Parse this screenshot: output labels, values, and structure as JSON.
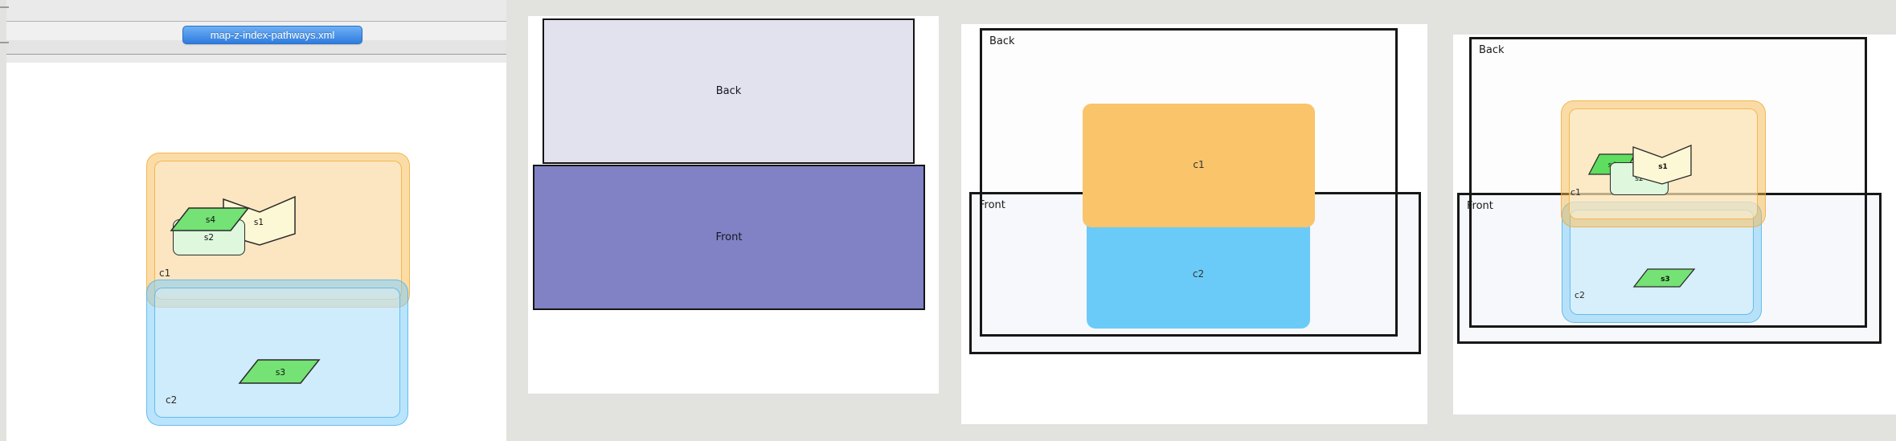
{
  "window": {
    "tab_title": "map-z-index-pathways.xml"
  },
  "colors": {
    "background_gray": "#e2e2de",
    "tab_blue": "#2e7cdf",
    "container_band_orange": "#f7ba4d",
    "container_band_blue": "#7accf7",
    "filled_orange": "#f9c46a",
    "filled_blue": "#6bcbf8",
    "back_lavender": "#e2e2ef",
    "front_purple": "#8082c5",
    "shape_green": "#74e274",
    "shape_light_green": "#def7dd",
    "shape_cream": "#fcf7d4",
    "rect_border_black": "#171717"
  },
  "panel1": {
    "c1_label": "c1",
    "c2_label": "c2",
    "s1_label": "s1",
    "s2_label": "s2",
    "s3_label": "s3",
    "s4_label": "s4"
  },
  "panel2": {
    "back_label": "Back",
    "front_label": "Front"
  },
  "panel3": {
    "back_label": "Back",
    "front_label": "Front",
    "c1_label": "c1",
    "c2_label": "c2"
  },
  "panel4": {
    "back_label": "Back",
    "front_label": "Front",
    "c1_label": "c1",
    "c2_label": "c2",
    "s1_label": "s1",
    "s2_label": "s2",
    "s3_label": "s3",
    "s4_label": "s4"
  }
}
